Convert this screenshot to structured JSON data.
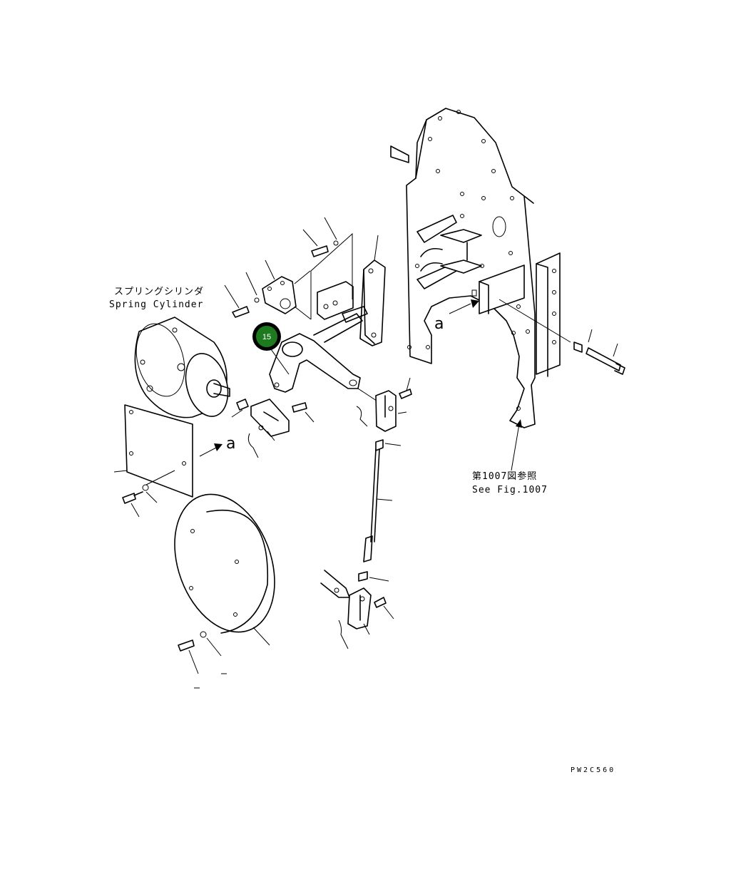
{
  "labels": {
    "spring_cylinder_jp": "スプリングシリンダ",
    "spring_cylinder_en": "Spring Cylinder",
    "see_fig_jp": "第1007図参照",
    "see_fig_en": "See Fig.1007",
    "view_a_upper": "a",
    "view_a_lower": "a",
    "drawing_code": "PW2C560"
  },
  "callout": {
    "number": "15",
    "color": "#1e7a1e",
    "ring_color": "#000000"
  }
}
